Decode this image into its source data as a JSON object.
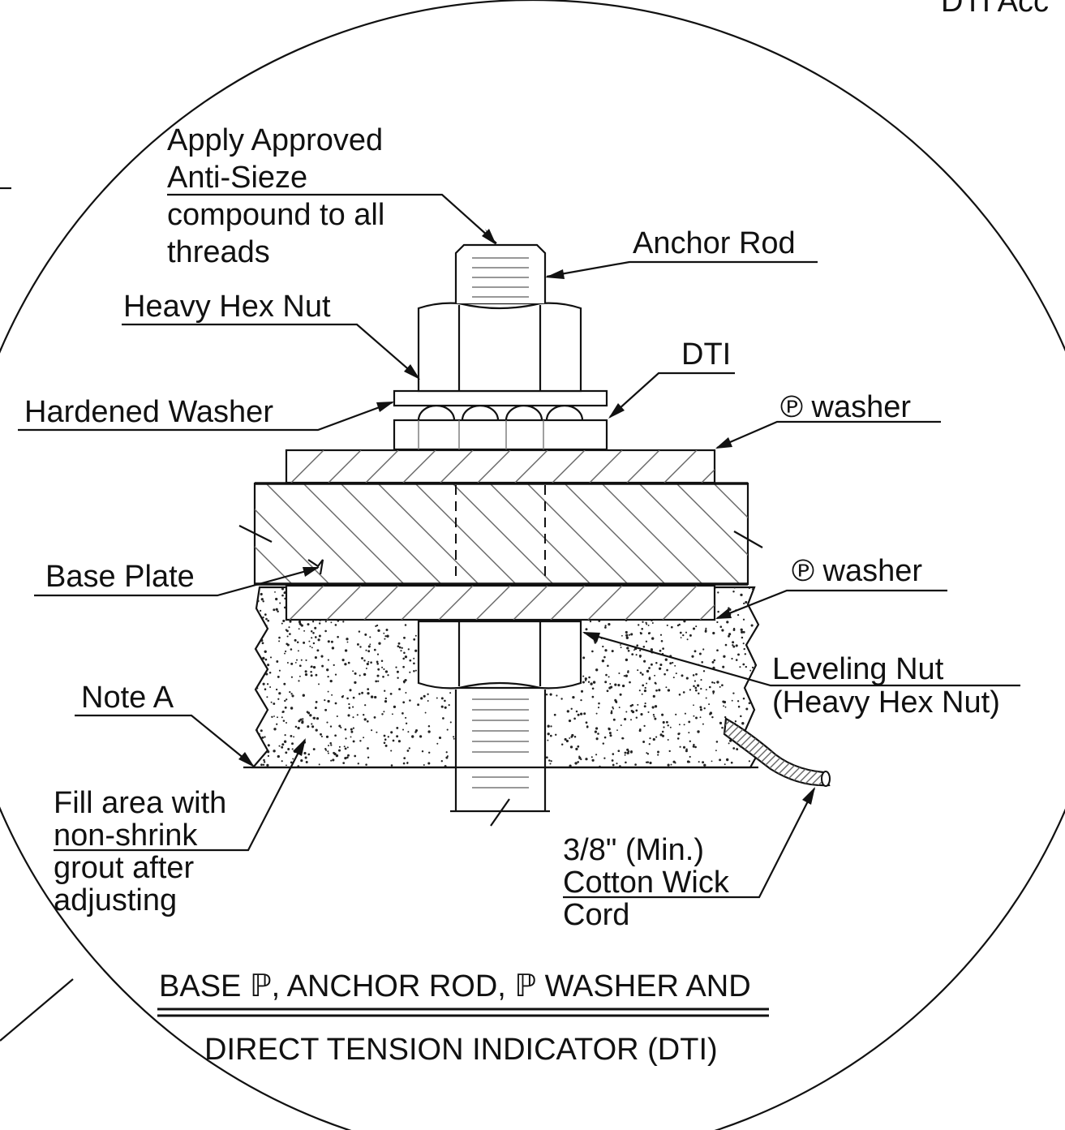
{
  "title": {
    "line1": "BASE ℙ, ANCHOR ROD, ℙ WASHER AND",
    "line2": "DIRECT TENSION INDICATOR (DTI)"
  },
  "corner_text": "DTI Acc",
  "labels": {
    "anti_seize": [
      "Apply Approved",
      "Anti-Sieze",
      "compound to all",
      "threads"
    ],
    "anchor_rod": "Anchor Rod",
    "heavy_hex_nut": "Heavy Hex Nut",
    "dti": "DTI",
    "hardened_washer": "Hardened Washer",
    "pl_washer_top": "℗ washer",
    "pl_washer_bottom": "℗ washer",
    "base_plate": "Base Plate",
    "leveling_nut": [
      "Leveling Nut",
      "(Heavy Hex Nut)"
    ],
    "note_a": "Note A",
    "fill_area": [
      "Fill area with",
      "non-shrink",
      "grout after",
      "adjusting"
    ],
    "cotton_wick": [
      "3/8\" (Min.)",
      "Cotton Wick",
      "Cord"
    ]
  },
  "icons": {
    "plate_symbol": "ℙ"
  }
}
